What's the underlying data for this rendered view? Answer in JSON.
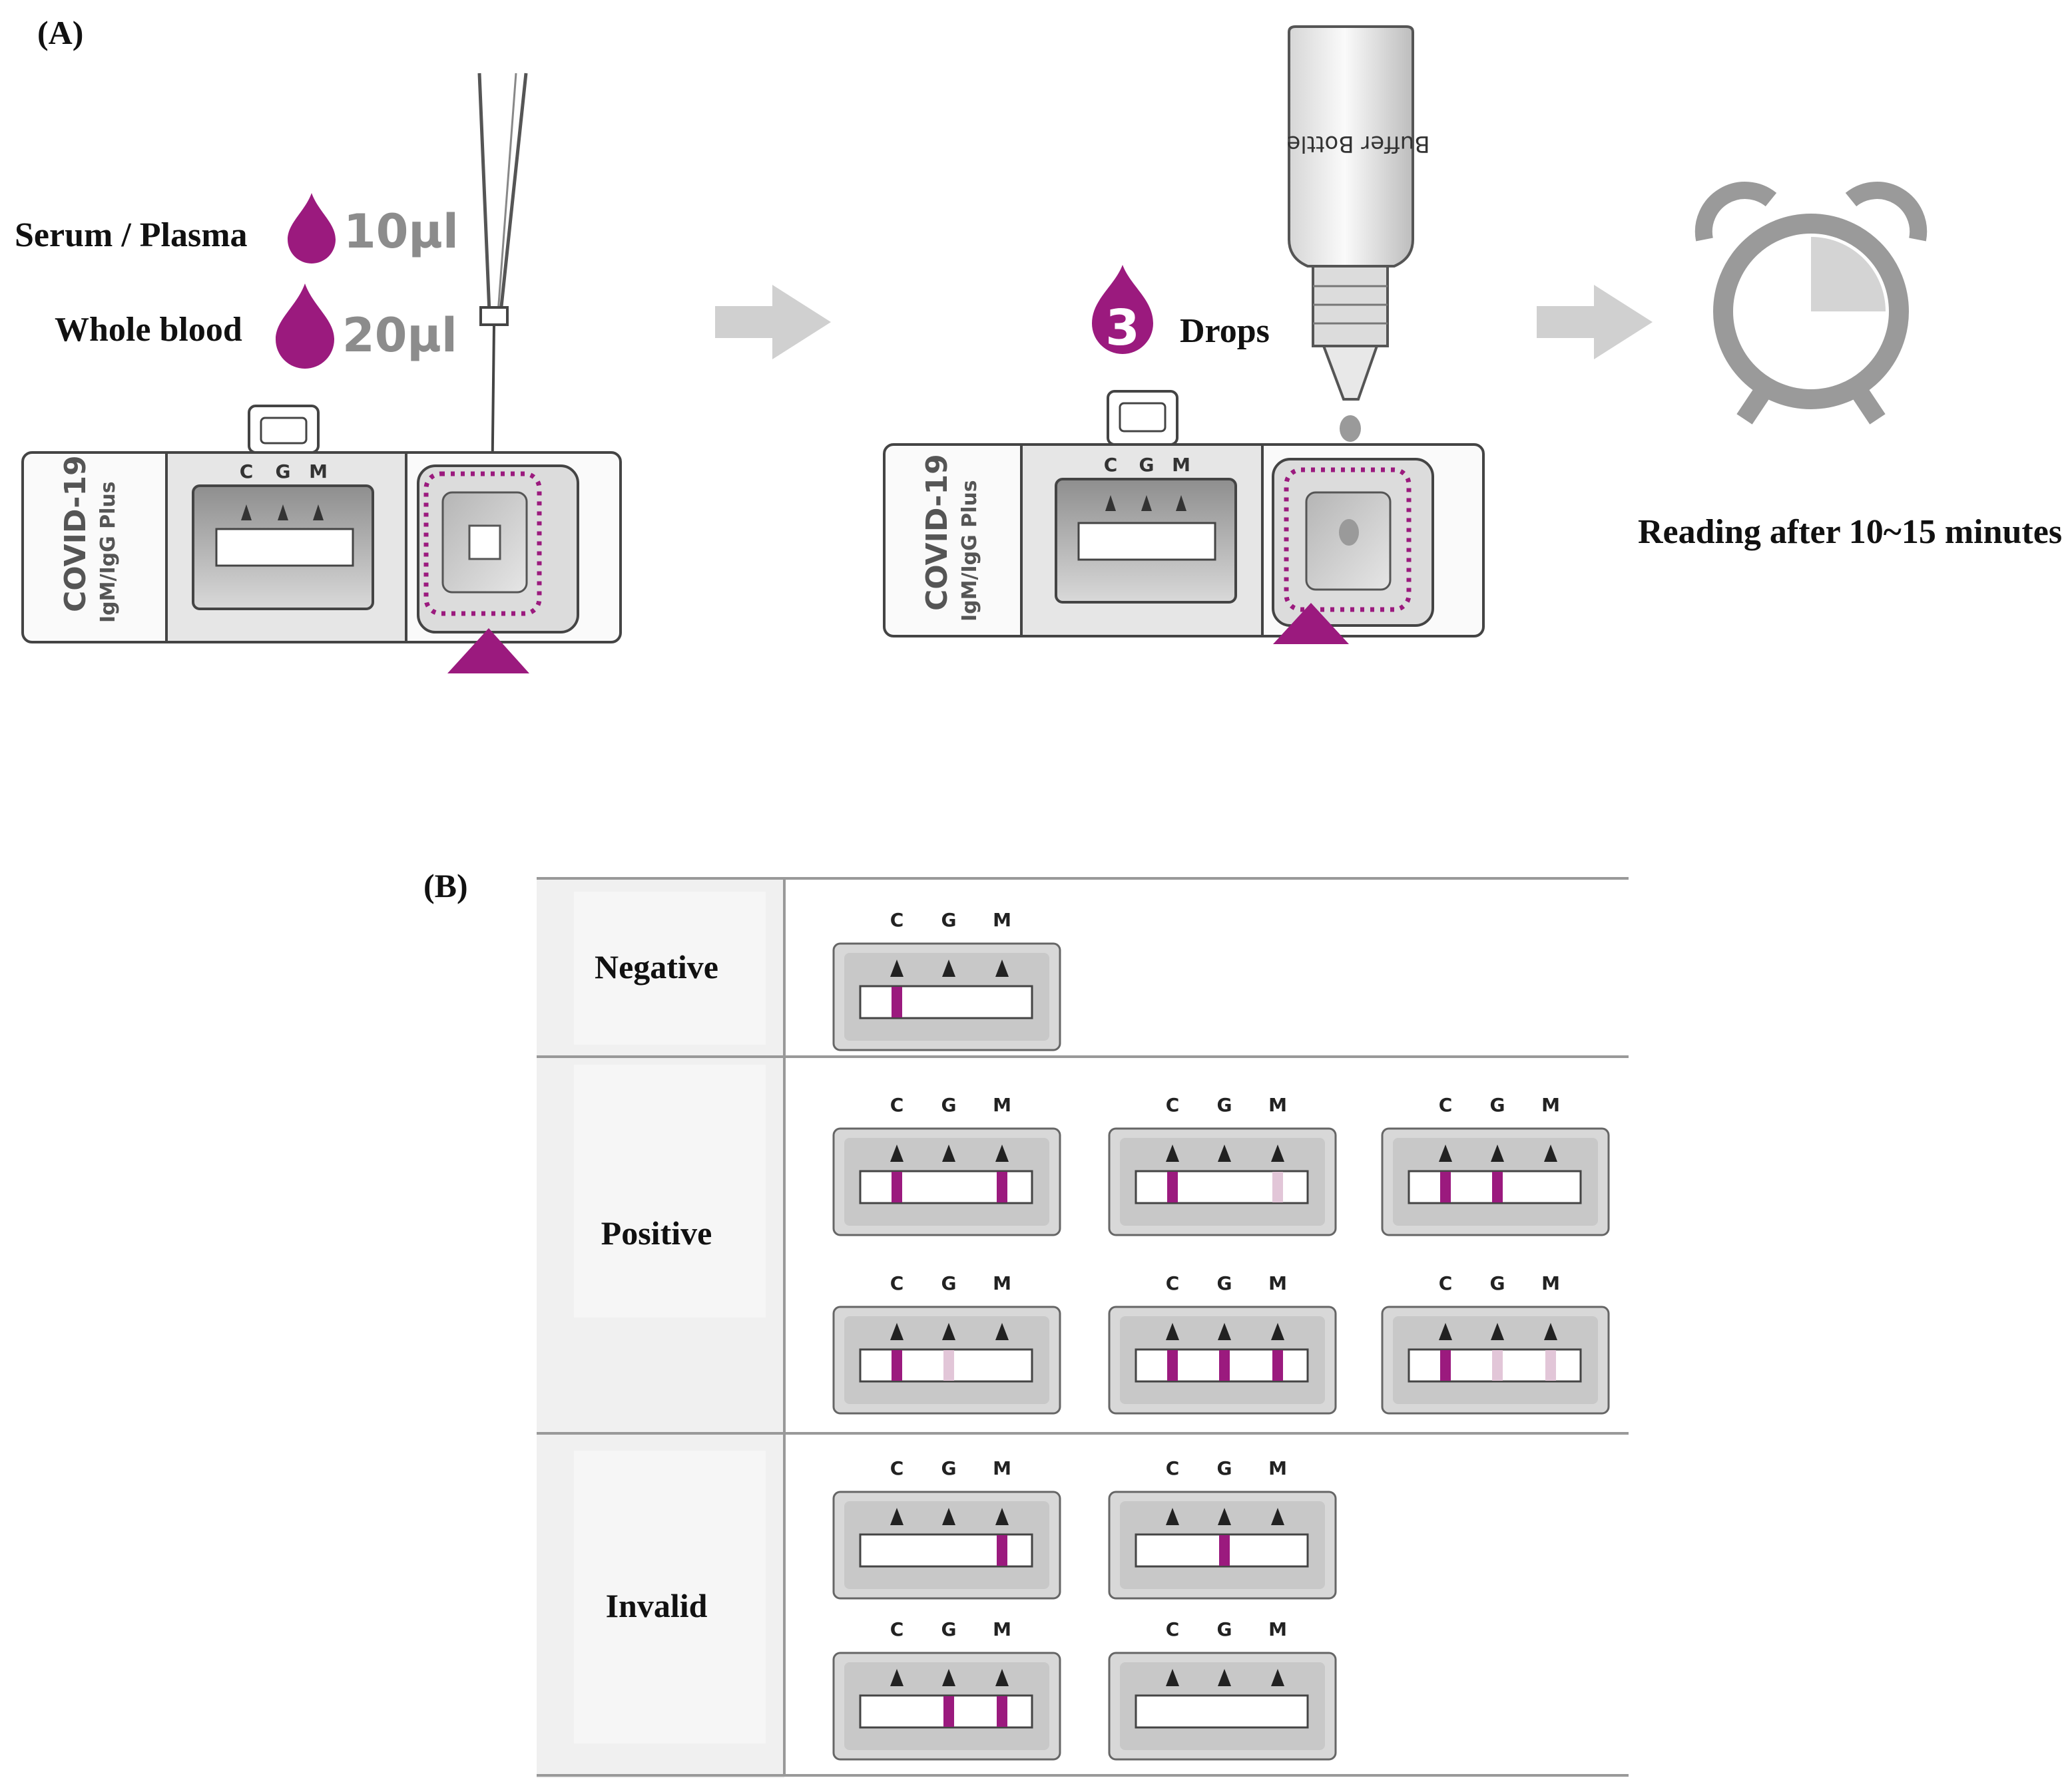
{
  "panel_a": {
    "label": "(A)",
    "serum_label": "Serum / Plasma",
    "serum_volume": "10µl",
    "blood_label": "Whole blood",
    "blood_volume": "20µl",
    "device_name": "COVID-19",
    "device_sub": "IgM/IgG Plus",
    "window_marks": [
      "C",
      "G",
      "M"
    ],
    "drops_count": "3",
    "drops_label": "Drops",
    "bottle_label": "Buffer Bottle",
    "reading_text": "Reading after 10~15 minutes",
    "accent_color": "#9b1a7e"
  },
  "panel_b": {
    "label": "(B)",
    "marks": [
      "C",
      "G",
      "M"
    ],
    "rows": [
      {
        "label": "Negative",
        "cassettes": [
          {
            "C": "strong",
            "G": "none",
            "M": "none"
          }
        ]
      },
      {
        "label": "Positive",
        "cassettes": [
          {
            "C": "strong",
            "G": "none",
            "M": "strong"
          },
          {
            "C": "strong",
            "G": "none",
            "M": "faint"
          },
          {
            "C": "strong",
            "G": "strong",
            "M": "none"
          },
          {
            "C": "strong",
            "G": "faint",
            "M": "none"
          },
          {
            "C": "strong",
            "G": "strong",
            "M": "strong"
          },
          {
            "C": "strong",
            "G": "faint",
            "M": "faint"
          }
        ]
      },
      {
        "label": "Invalid",
        "cassettes": [
          {
            "C": "none",
            "G": "none",
            "M": "strong"
          },
          {
            "C": "none",
            "G": "strong",
            "M": "none"
          },
          {
            "C": "none",
            "G": "strong",
            "M": "strong"
          },
          {
            "C": "none",
            "G": "none",
            "M": "none"
          }
        ]
      }
    ],
    "band_colors": {
      "strong": "#9b1a7e",
      "faint": "#e2c6d8"
    }
  }
}
